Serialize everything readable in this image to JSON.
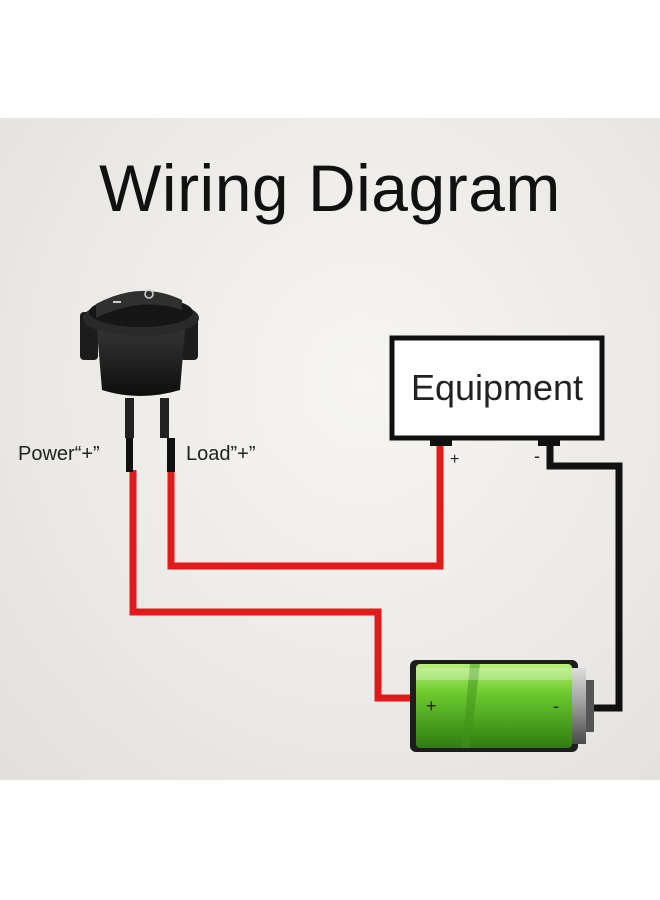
{
  "title": "Wiring Diagram",
  "labels": {
    "power": "Power“+”",
    "load": "Load”+”",
    "equipment": "Equipment",
    "equip_plus": "+",
    "equip_minus": "-",
    "battery_plus": "+",
    "battery_minus": "-"
  },
  "colors": {
    "positive_wire": "#e21a1a",
    "negative_wire": "#111111",
    "battery_fill": "#5fbf2a",
    "switch_body": "#1b1b1b"
  },
  "icons": [
    "rocker-switch-icon",
    "battery-icon"
  ]
}
